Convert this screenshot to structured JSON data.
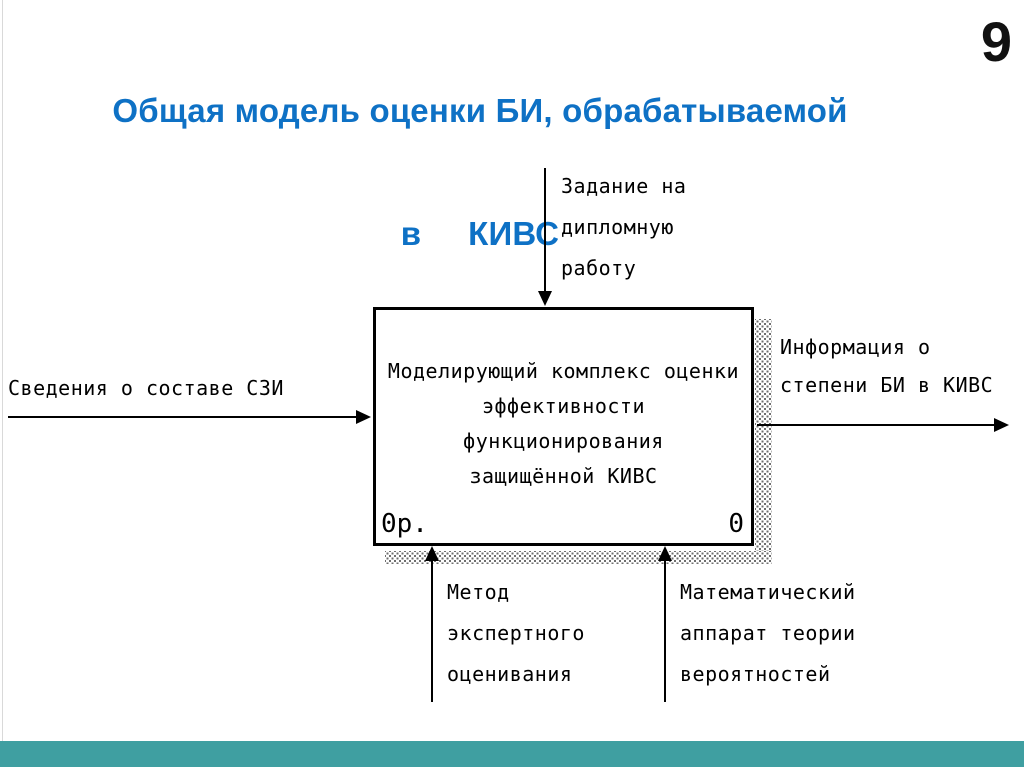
{
  "slide": {
    "title_line1": "Общая модель оценки БИ, обрабатываемой",
    "title_line2": "в     КИВС",
    "title_color": "#0E71C5",
    "page_number": "9",
    "footer_color": "#3F9FA1"
  },
  "diagram": {
    "box": {
      "line1": "Моделирующий комплекс оценки",
      "line2": "эффективности функционирования",
      "line3": "защищённой КИВС",
      "cost_label": "0р.",
      "node_number": "0"
    },
    "arrows": {
      "input_left": {
        "label": "Сведения о составе СЗИ"
      },
      "control_top": {
        "lines": [
          "Задание на",
          "дипломную",
          "работу"
        ]
      },
      "output_right": {
        "lines": [
          "Информация о",
          "степени БИ в КИВС"
        ]
      },
      "mechanism_1": {
        "lines": [
          "Метод",
          "экспертного",
          "оценивания"
        ]
      },
      "mechanism_2": {
        "lines": [
          "Математический",
          "аппарат теории",
          "вероятностей"
        ]
      }
    }
  }
}
